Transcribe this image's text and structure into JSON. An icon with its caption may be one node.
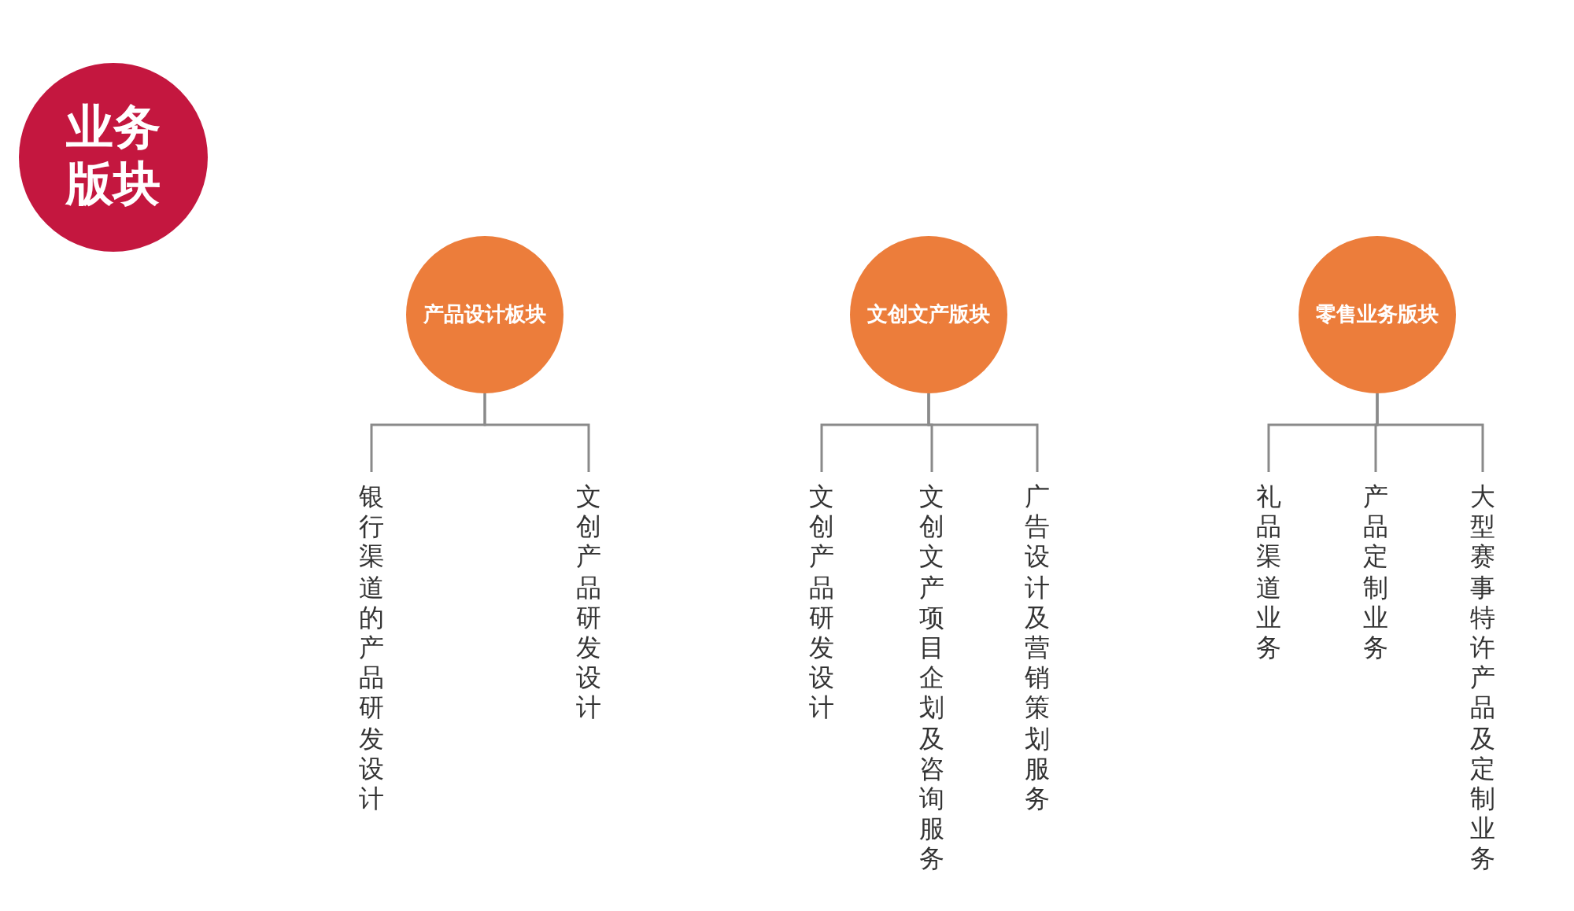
{
  "diagram": {
    "nodes": [
      {
        "text": [
          "业务版块"
        ]
      },
      {
        "text": [
          "产品设计板块"
        ]
      },
      {
        "text": [
          "文创文产版块"
        ]
      },
      {
        "text": [
          "零售业务版块"
        ]
      },
      {
        "text": [
          "银行渠道的产品研发设计"
        ]
      },
      {
        "text": [
          "文创产品研发设计"
        ]
      },
      {
        "text": [
          "文创产品研发设计"
        ]
      },
      {
        "text": [
          "文创文产项目企划及咨询服务"
        ]
      },
      {
        "text": [
          "广告设计及营销策划服务"
        ]
      },
      {
        "text": [
          "礼品渠道业务"
        ]
      },
      {
        "text": [
          "产品定制业务"
        ]
      },
      {
        "text": [
          "大型赛事特许产品及定制业务"
        ]
      }
    ],
    "edges": [
      {
        "from": 1,
        "to": 4,
        "arrow": "none"
      },
      {
        "from": 1,
        "to": 5,
        "arrow": "none"
      },
      {
        "from": 2,
        "to": 6,
        "arrow": "none"
      },
      {
        "from": 2,
        "to": 7,
        "arrow": "none"
      },
      {
        "from": 2,
        "to": 8,
        "arrow": "none"
      },
      {
        "from": 3,
        "to": 9,
        "arrow": "none"
      },
      {
        "from": 3,
        "to": 10,
        "arrow": "none"
      },
      {
        "from": 3,
        "to": 11,
        "arrow": "none"
      }
    ]
  }
}
